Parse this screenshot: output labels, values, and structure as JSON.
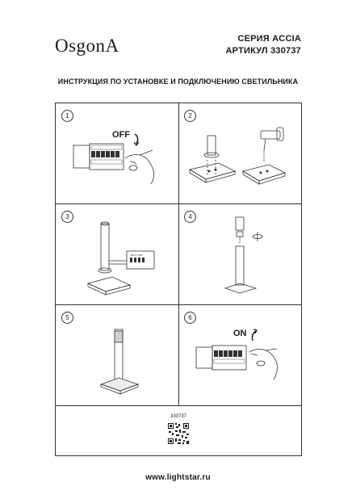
{
  "header": {
    "brand": "OsgonA",
    "series_line": "СЕРИЯ ACCIA",
    "article_line": "АРТИКУЛ 330737"
  },
  "title": "ИНСТРУКЦИЯ ПО УСТАНОВКЕ И ПОДКЛЮЧЕНИЮ СВЕТИЛЬНИКА",
  "steps": [
    {
      "number": "1",
      "caption": "OFF"
    },
    {
      "number": "2"
    },
    {
      "number": "3"
    },
    {
      "number": "4"
    },
    {
      "number": "5"
    },
    {
      "number": "6",
      "caption": "ON"
    }
  ],
  "article_code": "330737",
  "website": "www.lightstar.ru",
  "icons": [
    "switch-panel-icon",
    "hand-icon",
    "drill-icon",
    "lamp-post-icon",
    "qr-code-icon",
    "rotate-arrow-icon"
  ]
}
